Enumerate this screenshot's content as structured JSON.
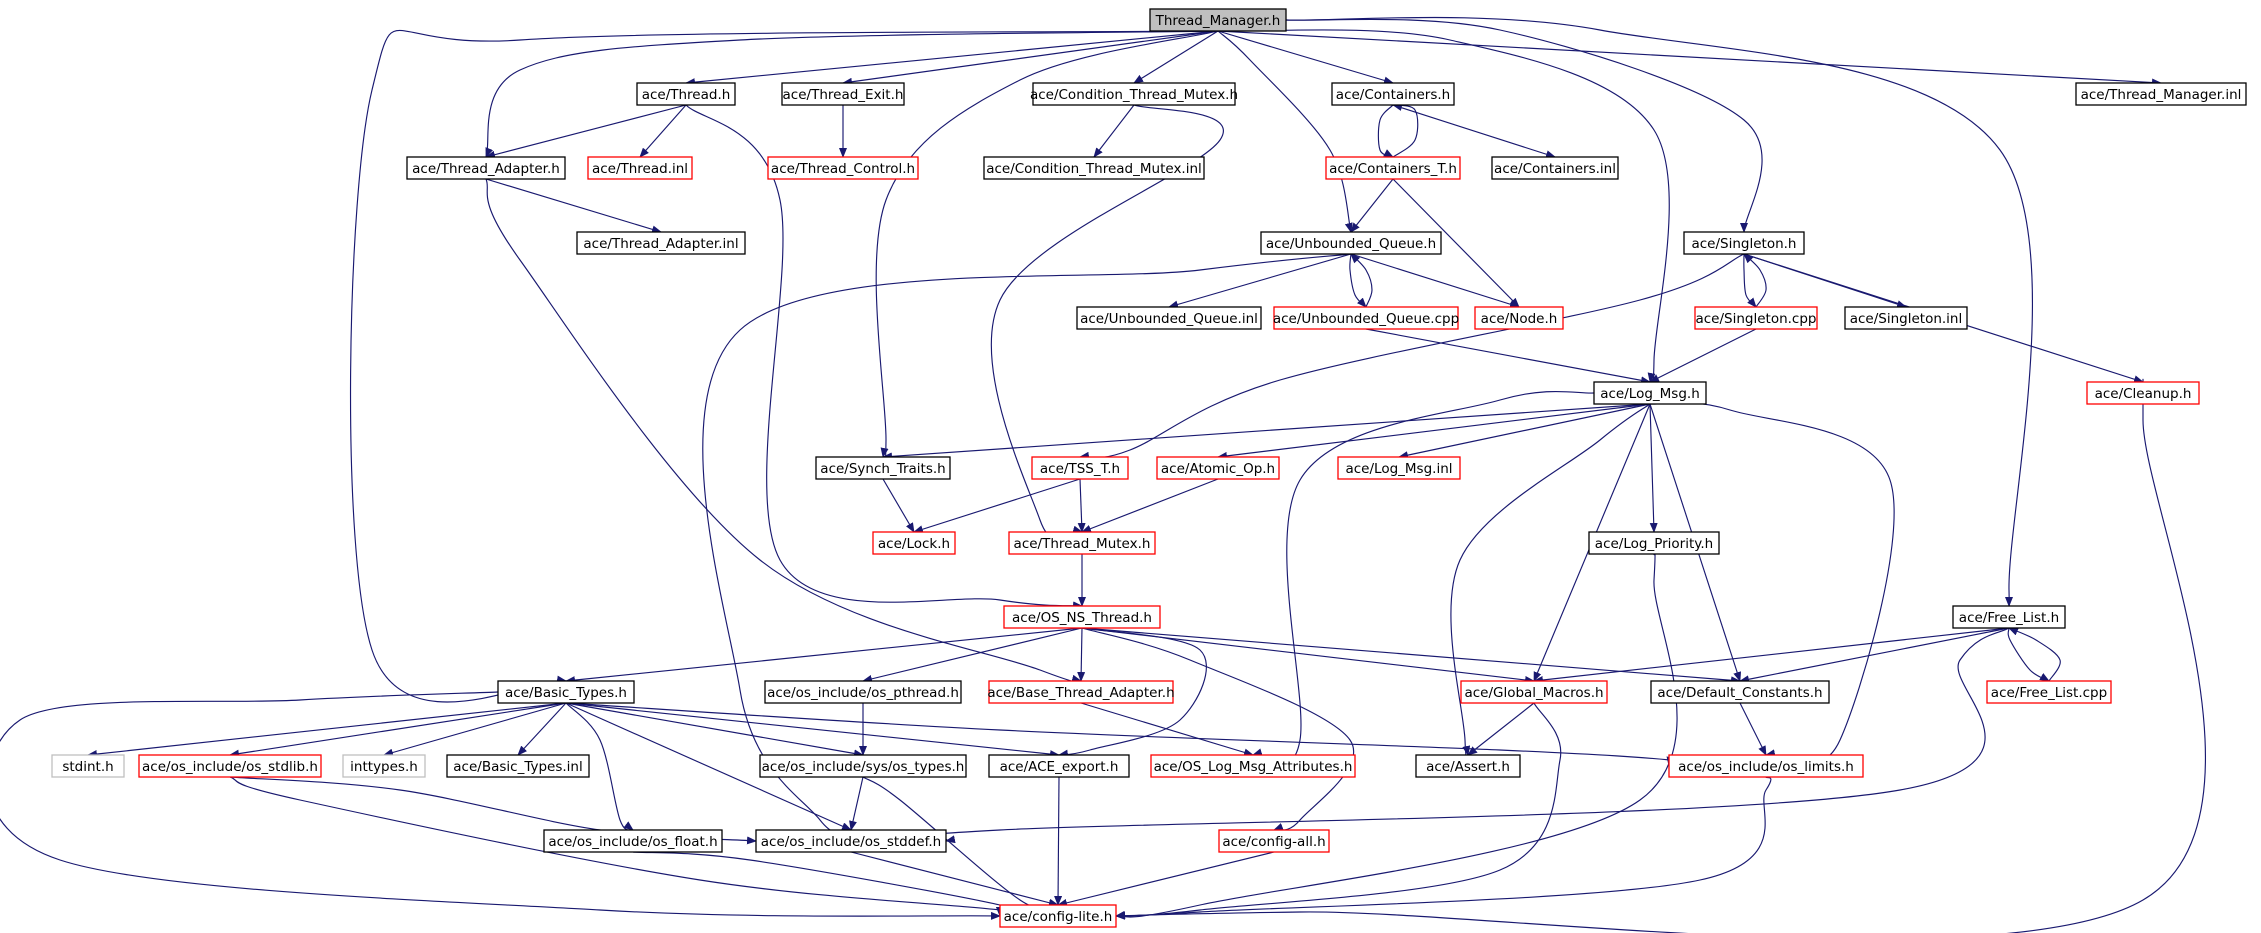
{
  "title": "Thread_Manager.h",
  "colors": {
    "edge": "#191970",
    "border_normal": "#000000",
    "border_red": "#ff0000",
    "border_gray": "#bfbfbf",
    "root_fill": "#bfbfbf",
    "node_fill": "#ffffff"
  },
  "nodes": [
    {
      "id": "thread_manager_h",
      "label": "Thread_Manager.h",
      "style": "root"
    },
    {
      "id": "thread_h",
      "label": "ace/Thread.h",
      "style": "normal"
    },
    {
      "id": "thread_exit_h",
      "label": "ace/Thread_Exit.h",
      "style": "normal"
    },
    {
      "id": "condition_thread_mutex_h",
      "label": "ace/Condition_Thread_Mutex.h",
      "style": "normal"
    },
    {
      "id": "containers_h",
      "label": "ace/Containers.h",
      "style": "normal"
    },
    {
      "id": "thread_manager_inl",
      "label": "ace/Thread_Manager.inl",
      "style": "normal"
    },
    {
      "id": "thread_adapter_h",
      "label": "ace/Thread_Adapter.h",
      "style": "normal"
    },
    {
      "id": "thread_inl",
      "label": "ace/Thread.inl",
      "style": "red"
    },
    {
      "id": "thread_control_h",
      "label": "ace/Thread_Control.h",
      "style": "red"
    },
    {
      "id": "condition_thread_mutex_inl",
      "label": "ace/Condition_Thread_Mutex.inl",
      "style": "normal"
    },
    {
      "id": "containers_t_h",
      "label": "ace/Containers_T.h",
      "style": "red"
    },
    {
      "id": "containers_inl",
      "label": "ace/Containers.inl",
      "style": "normal"
    },
    {
      "id": "thread_adapter_inl",
      "label": "ace/Thread_Adapter.inl",
      "style": "normal"
    },
    {
      "id": "unbounded_queue_h",
      "label": "ace/Unbounded_Queue.h",
      "style": "normal"
    },
    {
      "id": "singleton_h",
      "label": "ace/Singleton.h",
      "style": "normal"
    },
    {
      "id": "unbounded_queue_inl",
      "label": "ace/Unbounded_Queue.inl",
      "style": "normal"
    },
    {
      "id": "unbounded_queue_cpp",
      "label": "ace/Unbounded_Queue.cpp",
      "style": "red"
    },
    {
      "id": "node_h",
      "label": "ace/Node.h",
      "style": "red"
    },
    {
      "id": "singleton_cpp",
      "label": "ace/Singleton.cpp",
      "style": "red"
    },
    {
      "id": "singleton_inl",
      "label": "ace/Singleton.inl",
      "style": "normal"
    },
    {
      "id": "log_msg_h",
      "label": "ace/Log_Msg.h",
      "style": "normal"
    },
    {
      "id": "cleanup_h",
      "label": "ace/Cleanup.h",
      "style": "red"
    },
    {
      "id": "synch_traits_h",
      "label": "ace/Synch_Traits.h",
      "style": "normal"
    },
    {
      "id": "tss_t_h",
      "label": "ace/TSS_T.h",
      "style": "red"
    },
    {
      "id": "atomic_op_h",
      "label": "ace/Atomic_Op.h",
      "style": "red"
    },
    {
      "id": "log_msg_inl",
      "label": "ace/Log_Msg.inl",
      "style": "red"
    },
    {
      "id": "lock_h",
      "label": "ace/Lock.h",
      "style": "red"
    },
    {
      "id": "thread_mutex_h",
      "label": "ace/Thread_Mutex.h",
      "style": "red"
    },
    {
      "id": "log_priority_h",
      "label": "ace/Log_Priority.h",
      "style": "normal"
    },
    {
      "id": "os_ns_thread_h",
      "label": "ace/OS_NS_Thread.h",
      "style": "red"
    },
    {
      "id": "free_list_h",
      "label": "ace/Free_List.h",
      "style": "normal"
    },
    {
      "id": "basic_types_h",
      "label": "ace/Basic_Types.h",
      "style": "normal"
    },
    {
      "id": "os_pthread_h",
      "label": "ace/os_include/os_pthread.h",
      "style": "normal"
    },
    {
      "id": "base_thread_adapter_h",
      "label": "ace/Base_Thread_Adapter.h",
      "style": "red"
    },
    {
      "id": "global_macros_h",
      "label": "ace/Global_Macros.h",
      "style": "red"
    },
    {
      "id": "default_constants_h",
      "label": "ace/Default_Constants.h",
      "style": "normal"
    },
    {
      "id": "free_list_cpp",
      "label": "ace/Free_List.cpp",
      "style": "red"
    },
    {
      "id": "stdint_h",
      "label": "stdint.h",
      "style": "gray"
    },
    {
      "id": "os_stdlib_h",
      "label": "ace/os_include/os_stdlib.h",
      "style": "red"
    },
    {
      "id": "inttypes_h",
      "label": "inttypes.h",
      "style": "gray"
    },
    {
      "id": "basic_types_inl",
      "label": "ace/Basic_Types.inl",
      "style": "normal"
    },
    {
      "id": "os_types_h",
      "label": "ace/os_include/sys/os_types.h",
      "style": "normal"
    },
    {
      "id": "ace_export_h",
      "label": "ace/ACE_export.h",
      "style": "normal"
    },
    {
      "id": "os_log_msg_attributes_h",
      "label": "ace/OS_Log_Msg_Attributes.h",
      "style": "red"
    },
    {
      "id": "assert_h",
      "label": "ace/Assert.h",
      "style": "normal"
    },
    {
      "id": "os_limits_h",
      "label": "ace/os_include/os_limits.h",
      "style": "red"
    },
    {
      "id": "os_float_h",
      "label": "ace/os_include/os_float.h",
      "style": "normal"
    },
    {
      "id": "os_stddef_h",
      "label": "ace/os_include/os_stddef.h",
      "style": "normal"
    },
    {
      "id": "config_all_h",
      "label": "ace/config-all.h",
      "style": "red"
    },
    {
      "id": "config_lite_h",
      "label": "ace/config-lite.h",
      "style": "red"
    }
  ],
  "edges": [
    [
      "thread_manager_h",
      "thread_h"
    ],
    [
      "thread_manager_h",
      "thread_exit_h"
    ],
    [
      "thread_manager_h",
      "condition_thread_mutex_h"
    ],
    [
      "thread_manager_h",
      "containers_h"
    ],
    [
      "thread_manager_h",
      "thread_manager_inl"
    ],
    [
      "thread_manager_h",
      "thread_adapter_h"
    ],
    [
      "thread_manager_h",
      "basic_types_h"
    ],
    [
      "thread_manager_h",
      "synch_traits_h"
    ],
    [
      "thread_manager_h",
      "unbounded_queue_h"
    ],
    [
      "thread_manager_h",
      "log_msg_h"
    ],
    [
      "thread_manager_h",
      "singleton_h"
    ],
    [
      "thread_manager_h",
      "free_list_h"
    ],
    [
      "thread_h",
      "thread_adapter_h"
    ],
    [
      "thread_h",
      "thread_inl"
    ],
    [
      "thread_h",
      "os_ns_thread_h"
    ],
    [
      "thread_exit_h",
      "thread_control_h"
    ],
    [
      "condition_thread_mutex_h",
      "condition_thread_mutex_inl"
    ],
    [
      "condition_thread_mutex_h",
      "thread_mutex_h"
    ],
    [
      "containers_h",
      "containers_t_h"
    ],
    [
      "containers_h",
      "containers_inl"
    ],
    [
      "containers_t_h",
      "containers_h"
    ],
    [
      "containers_t_h",
      "unbounded_queue_h"
    ],
    [
      "containers_t_h",
      "node_h"
    ],
    [
      "thread_adapter_h",
      "thread_adapter_inl"
    ],
    [
      "thread_adapter_h",
      "base_thread_adapter_h"
    ],
    [
      "unbounded_queue_h",
      "unbounded_queue_inl"
    ],
    [
      "unbounded_queue_h",
      "unbounded_queue_cpp"
    ],
    [
      "unbounded_queue_h",
      "node_h"
    ],
    [
      "unbounded_queue_h",
      "os_stddef_h"
    ],
    [
      "unbounded_queue_cpp",
      "unbounded_queue_h"
    ],
    [
      "unbounded_queue_cpp",
      "log_msg_h"
    ],
    [
      "singleton_h",
      "singleton_cpp"
    ],
    [
      "singleton_h",
      "singleton_inl"
    ],
    [
      "singleton_h",
      "cleanup_h"
    ],
    [
      "singleton_h",
      "tss_t_h"
    ],
    [
      "singleton_cpp",
      "singleton_h"
    ],
    [
      "singleton_cpp",
      "log_msg_h"
    ],
    [
      "log_msg_h",
      "synch_traits_h"
    ],
    [
      "log_msg_h",
      "atomic_op_h"
    ],
    [
      "log_msg_h",
      "log_msg_inl"
    ],
    [
      "log_msg_h",
      "log_priority_h"
    ],
    [
      "log_msg_h",
      "global_macros_h"
    ],
    [
      "log_msg_h",
      "default_constants_h"
    ],
    [
      "log_msg_h",
      "os_limits_h"
    ],
    [
      "log_msg_h",
      "assert_h"
    ],
    [
      "log_msg_h",
      "os_log_msg_attributes_h"
    ],
    [
      "synch_traits_h",
      "lock_h"
    ],
    [
      "tss_t_h",
      "lock_h"
    ],
    [
      "tss_t_h",
      "thread_mutex_h"
    ],
    [
      "atomic_op_h",
      "thread_mutex_h"
    ],
    [
      "thread_mutex_h",
      "os_ns_thread_h"
    ],
    [
      "log_priority_h",
      "config_lite_h"
    ],
    [
      "cleanup_h",
      "config_lite_h"
    ],
    [
      "os_ns_thread_h",
      "basic_types_h"
    ],
    [
      "os_ns_thread_h",
      "os_pthread_h"
    ],
    [
      "os_ns_thread_h",
      "base_thread_adapter_h"
    ],
    [
      "os_ns_thread_h",
      "global_macros_h"
    ],
    [
      "os_ns_thread_h",
      "default_constants_h"
    ],
    [
      "os_ns_thread_h",
      "ace_export_h"
    ],
    [
      "os_ns_thread_h",
      "config_all_h"
    ],
    [
      "free_list_h",
      "global_macros_h"
    ],
    [
      "free_list_h",
      "default_constants_h"
    ],
    [
      "free_list_h",
      "free_list_cpp"
    ],
    [
      "free_list_h",
      "os_stddef_h"
    ],
    [
      "free_list_cpp",
      "free_list_h"
    ],
    [
      "basic_types_h",
      "stdint_h"
    ],
    [
      "basic_types_h",
      "os_stdlib_h"
    ],
    [
      "basic_types_h",
      "inttypes_h"
    ],
    [
      "basic_types_h",
      "basic_types_inl"
    ],
    [
      "basic_types_h",
      "os_types_h"
    ],
    [
      "basic_types_h",
      "ace_export_h"
    ],
    [
      "basic_types_h",
      "os_limits_h"
    ],
    [
      "basic_types_h",
      "os_float_h"
    ],
    [
      "basic_types_h",
      "os_stddef_h"
    ],
    [
      "basic_types_h",
      "config_lite_h"
    ],
    [
      "os_pthread_h",
      "os_types_h"
    ],
    [
      "base_thread_adapter_h",
      "os_log_msg_attributes_h"
    ],
    [
      "global_macros_h",
      "assert_h"
    ],
    [
      "global_macros_h",
      "config_lite_h"
    ],
    [
      "default_constants_h",
      "os_limits_h"
    ],
    [
      "os_stdlib_h",
      "os_stddef_h"
    ],
    [
      "os_stdlib_h",
      "config_lite_h"
    ],
    [
      "os_types_h",
      "os_stddef_h"
    ],
    [
      "os_types_h",
      "config_lite_h"
    ],
    [
      "ace_export_h",
      "config_lite_h"
    ],
    [
      "os_limits_h",
      "config_lite_h"
    ],
    [
      "os_float_h",
      "config_lite_h"
    ],
    [
      "os_stddef_h",
      "config_lite_h"
    ],
    [
      "config_all_h",
      "config_lite_h"
    ]
  ]
}
